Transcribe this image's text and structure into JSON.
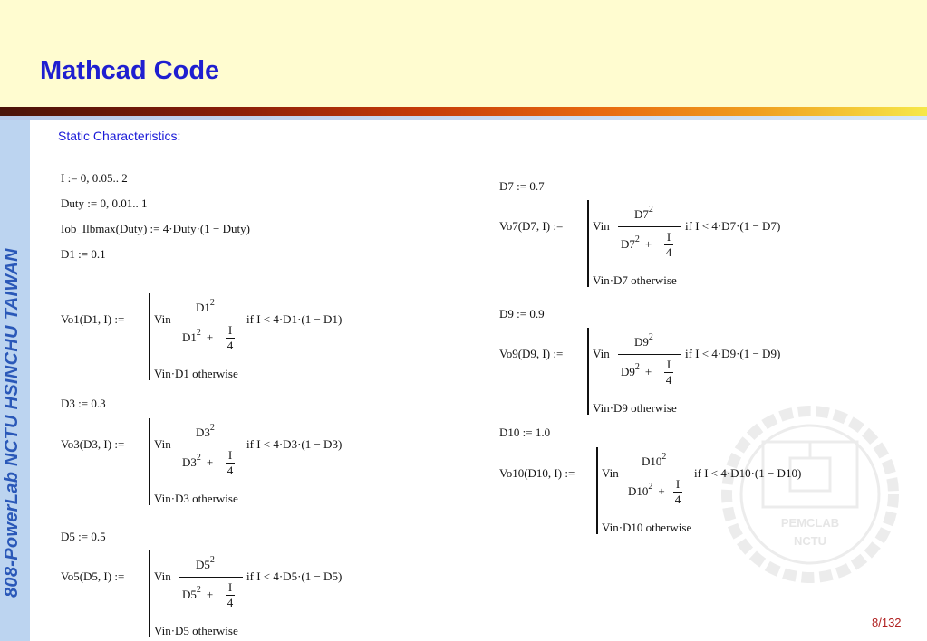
{
  "slide": {
    "title": "Mathcad Code",
    "sidebar_text": "808-PowerLab NCTU HSINCHU TAIWAN",
    "subtitle": "Static Characteristics:",
    "page_number": "8/132",
    "colors": {
      "title": "#1f1fd0",
      "header_bg": "#fffcd0",
      "sidebar_bg": "#bcd4f0",
      "page_number": "#b02020"
    }
  },
  "definitions": {
    "i_range": "I := 0, 0.05.. 2",
    "duty_range": "Duty := 0, 0.01.. 1",
    "iob_func": "Iob_Ilbmax(Duty) := 4·Duty·(1 − Duty)",
    "d1": "D1 := 0.1",
    "d3": "D3 := 0.3",
    "d5": "D5 := 0.5",
    "d7": "D7 := 0.7",
    "d9": "D9 := 0.9",
    "d10": "D10 := 1.0"
  },
  "functions": [
    {
      "lhs": "Vo1(D1, I) :=",
      "d": "D1",
      "cond": "if  I < 4·D1·(1 − D1)",
      "other": "Vin·D1   otherwise"
    },
    {
      "lhs": "Vo3(D3, I) :=",
      "d": "D3",
      "cond": "if  I < 4·D3·(1 − D3)",
      "other": "Vin·D3   otherwise"
    },
    {
      "lhs": "Vo5(D5, I) :=",
      "d": "D5",
      "cond": "if  I < 4·D5·(1 − D5)",
      "other": "Vin·D5   otherwise"
    },
    {
      "lhs": "Vo7(D7, I) :=",
      "d": "D7",
      "cond": "if  I < 4·D7·(1 − D7)",
      "other": "Vin·D7   otherwise"
    },
    {
      "lhs": "Vo9(D9, I) :=",
      "d": "D9",
      "cond": "if  I < 4·D9·(1 − D9)",
      "other": "Vin·D9   otherwise"
    },
    {
      "lhs": "Vo10(D10, I) :=",
      "d": "D10",
      "cond": "if  I < 4·D10·(1 − D10)",
      "other": "Vin·D10   otherwise"
    }
  ],
  "symbols": {
    "vin": "Vin",
    "plus": "+",
    "i": "I",
    "four": "4",
    "sq": "2"
  },
  "watermark": {
    "line1": "PEMCLAB",
    "line2": "NCTU"
  }
}
